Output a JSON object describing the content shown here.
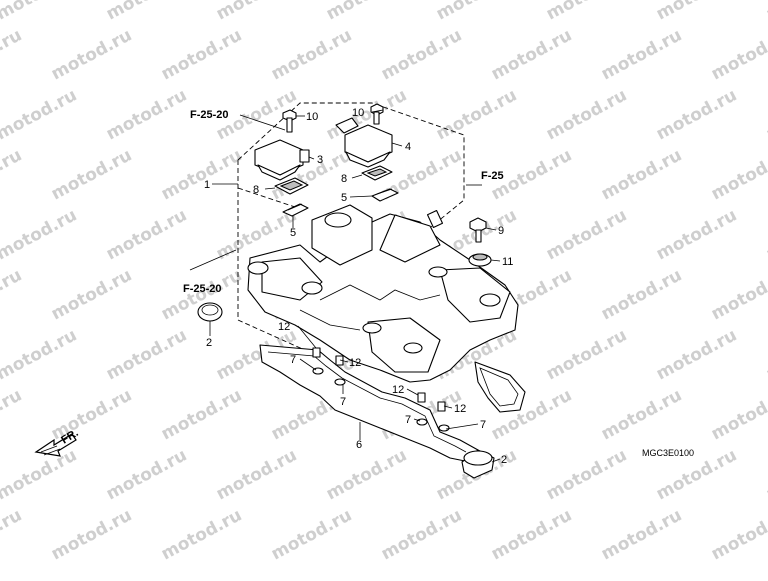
{
  "watermark": {
    "text": "motod.ru",
    "color": "#cfcfcf"
  },
  "references": {
    "f25_20_top": "F-25-20",
    "f25_20_left": "F-25-20",
    "f25": "F-25"
  },
  "callouts": {
    "c1": "1",
    "c2a": "2",
    "c2b": "2",
    "c3": "3",
    "c4": "4",
    "c5a": "5",
    "c5b": "5",
    "c6": "6",
    "c7a": "7",
    "c7b": "7",
    "c7c": "7",
    "c7d": "7",
    "c8a": "8",
    "c8b": "8",
    "c9": "9",
    "c10a": "10",
    "c10b": "10",
    "c11": "11",
    "c12a": "12",
    "c12b": "12",
    "c12c": "12",
    "c12d": "12"
  },
  "front_arrow": "FR.",
  "diagram_code": "MGC3E0100",
  "icons": [
    "front-arrow-icon"
  ]
}
